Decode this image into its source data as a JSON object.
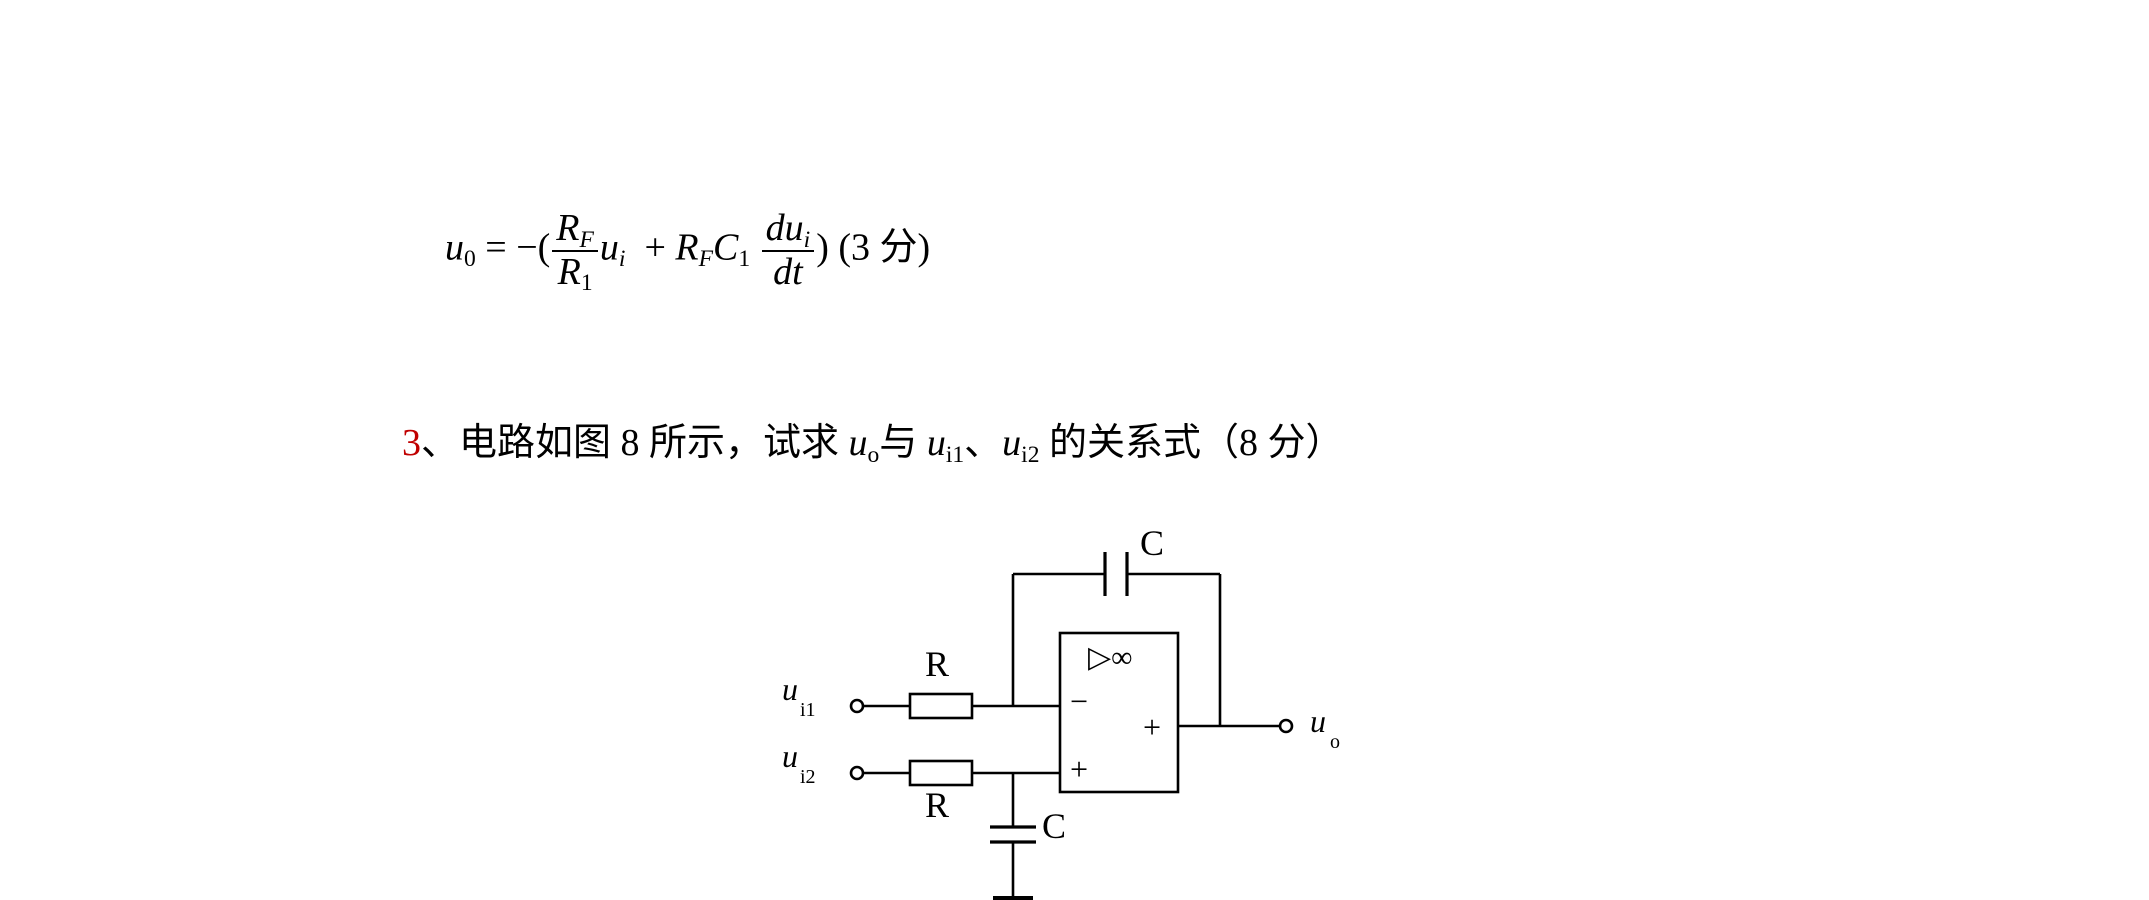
{
  "formula": {
    "lhs_var": "u",
    "lhs_sub": "0",
    "equals_minus_paren": "= −(",
    "frac1_num_var": "R",
    "frac1_num_sub": "F",
    "frac1_den_var": "R",
    "frac1_den_sub": "1",
    "term1_var": "u",
    "term1_sub": "i",
    "plus": "+",
    "rf_var": "R",
    "rf_sub": "F",
    "c_var": "C",
    "c_sub": "1",
    "frac2_num_var": "du",
    "frac2_num_sub": "i",
    "frac2_den": "dt",
    "close_paren": ")",
    "score": "(3 分)"
  },
  "question": {
    "number": "3",
    "text_before": "、电路如图 8 所示，试求 ",
    "uo_var": "u",
    "uo_sub": "o",
    "mid1": "与 ",
    "ui1_var": "u",
    "ui1_sub": "i1",
    "mid2": "、",
    "ui2_var": "u",
    "ui2_sub": "i2",
    "text_after": " 的关系式（8 分）",
    "number_color": "#c00000"
  },
  "circuit": {
    "feedback_cap_label": "C",
    "ground_cap_label": "C",
    "r_top_label": "R",
    "r_bottom_label": "R",
    "opamp_symbol": "▷∞",
    "minus_sign": "−",
    "plus_in_sign": "+",
    "plus_out_sign": "+",
    "input1_var": "u",
    "input1_sub": "i1",
    "input2_var": "u",
    "input2_sub": "i2",
    "output_var": "u",
    "output_sub": "o"
  }
}
